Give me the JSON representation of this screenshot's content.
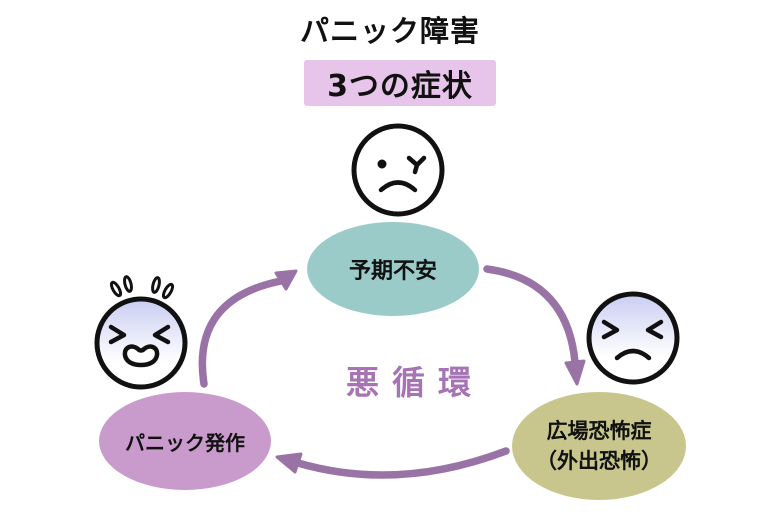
{
  "page": {
    "title": "パニック障害",
    "subtitle": "3つの症状"
  },
  "cycle": {
    "center_label": "悪循環",
    "nodes": [
      {
        "id": "anticipatory-anxiety",
        "label": "予期不安",
        "position": "top"
      },
      {
        "id": "agoraphobia",
        "label": "広場恐怖症",
        "label_line2": "（外出恐怖）",
        "position": "bottom-right"
      },
      {
        "id": "panic-attack",
        "label": "パニック発作",
        "position": "bottom-left"
      }
    ],
    "arrows": [
      {
        "from": "panic-attack",
        "to": "anticipatory-anxiety"
      },
      {
        "from": "anticipatory-anxiety",
        "to": "agoraphobia"
      },
      {
        "from": "agoraphobia",
        "to": "panic-attack"
      }
    ]
  },
  "icons": {
    "top_face": "worried-wink-face-icon",
    "left_face": "panicked-sweat-face-icon",
    "right_face": "squeezed-eyes-sad-face-icon"
  },
  "colors": {
    "ink": "#111111",
    "subtitle_bg": "#e7c4ea",
    "node_top": "#9acbc8",
    "node_left": "#c99bcc",
    "node_right": "#c8c68d",
    "arrow": "#9a73a6",
    "center_text": "#a673b5",
    "face_tint": "#c9cdf2"
  }
}
